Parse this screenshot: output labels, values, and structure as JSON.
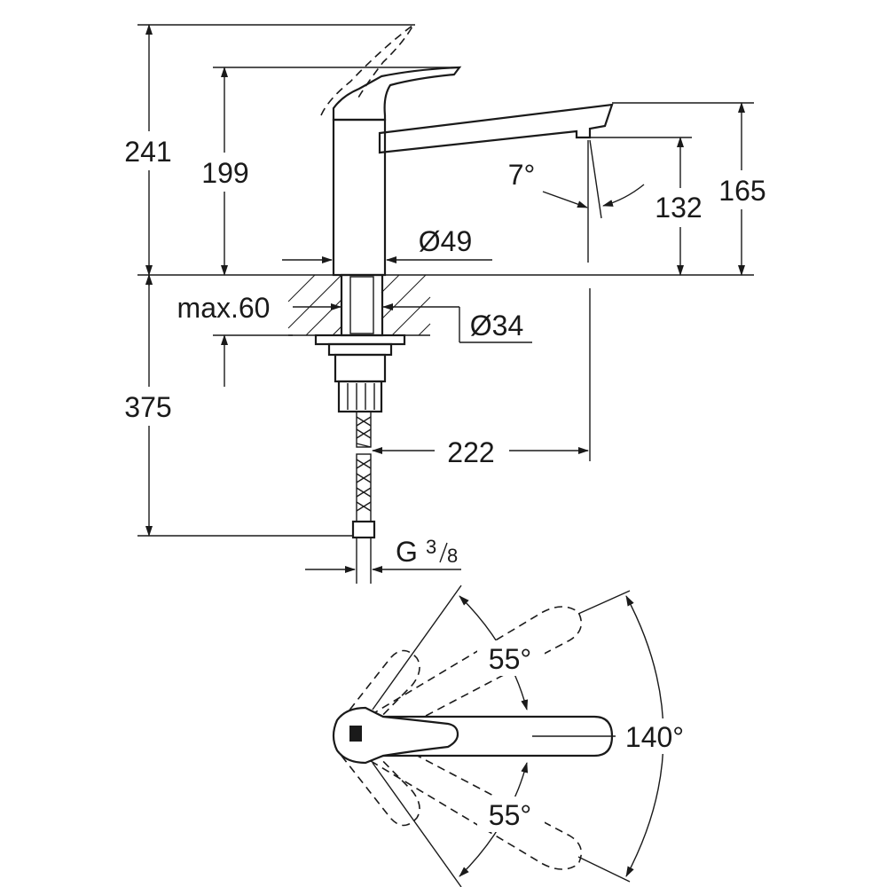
{
  "dimensions": {
    "height_total": "241",
    "height_lever": "199",
    "spout_height": "165",
    "spout_outlet_height": "132",
    "spout_angle": "7°",
    "body_diameter": "Ø49",
    "hole_diameter": "Ø34",
    "max_thickness": "max.60",
    "hose_length": "375",
    "spout_reach": "222",
    "thread_main": "G",
    "thread_num": "3",
    "thread_den": "8"
  },
  "rotation": {
    "angle_up": "55°",
    "angle_down": "55°",
    "angle_total": "140°"
  }
}
